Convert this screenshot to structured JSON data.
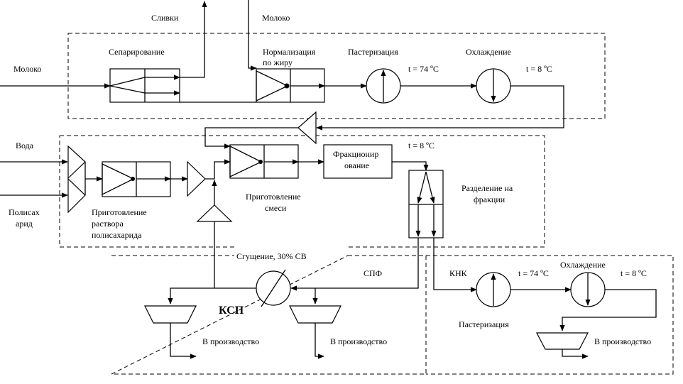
{
  "labels": {
    "milk_top": "Молоко",
    "cream": "Сливки",
    "milk_left": "Молоко",
    "separation": "Сепарирование",
    "normalization_1": "Нормализация",
    "normalization_2": "по жиру",
    "pasteurization_top": "Пастеризация",
    "temp_74_top": "t = 74 ºС",
    "cooling_top": "Охлаждение",
    "temp_8_top": "t = 8 ºС",
    "water": "Вода",
    "polysaccharide_1": "Полисах",
    "polysaccharide_2": "арид",
    "solution_1": "Приготовление",
    "solution_2": "раствора",
    "solution_3": "полисахарида",
    "mix_1": "Приготовление",
    "mix_2": "смеси",
    "fractionation_1": "Фракционир",
    "fractionation_2": "ование",
    "temp_8_mid": "t = 8 ºС",
    "fraction_sep_1": "Разделение на",
    "fraction_sep_2": "фракции",
    "condensation": "Сгущение, 30% СВ",
    "spf": "СПФ",
    "knk": "КНК",
    "temp_74_bottom": "t = 74 ºС",
    "cooling_bottom": "Охлаждение",
    "temp_8_bottom": "t = 8 ºС",
    "ksp": "КСП",
    "pasteurization_bottom": "Пастеризация",
    "to_production_1": "В производство",
    "to_production_2": "В производство",
    "to_production_3": "В производство"
  }
}
